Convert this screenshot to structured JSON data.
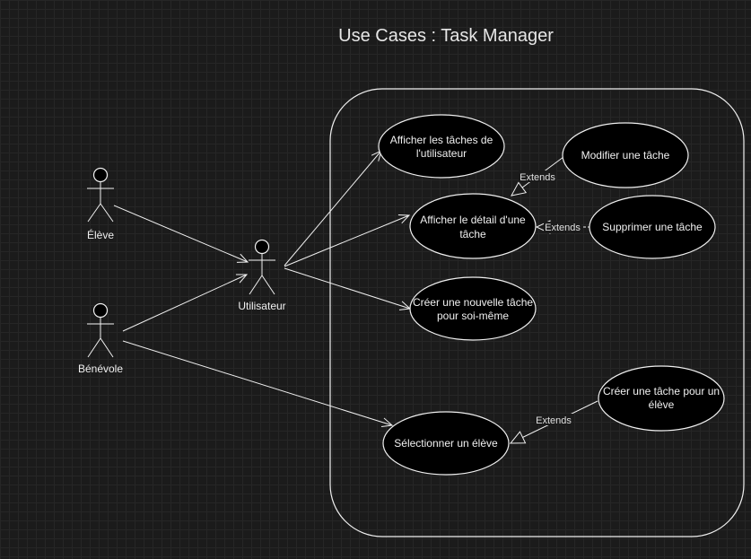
{
  "title": "Use Cases : Task Manager",
  "actors": {
    "eleve": "Élève",
    "benevole": "Bénévole",
    "utilisateur": "Utilisateur"
  },
  "use_cases": {
    "afficher_taches": [
      "Afficher les tâches de",
      "l'utilisateur"
    ],
    "afficher_detail": [
      "Afficher le détail d'une",
      "tâche"
    ],
    "creer_tache": [
      "Créer une nouvelle tâche",
      "pour soi-même"
    ],
    "modifier_tache": [
      "Modifier une tâche"
    ],
    "supprimer_tache": [
      "Supprimer une tâche"
    ],
    "selectionner_eleve": [
      "Sélectionner un élève"
    ],
    "creer_tache_eleve": [
      "Créer une tâche pour un",
      "élève"
    ]
  },
  "relations": {
    "extends_label": "Extends"
  }
}
